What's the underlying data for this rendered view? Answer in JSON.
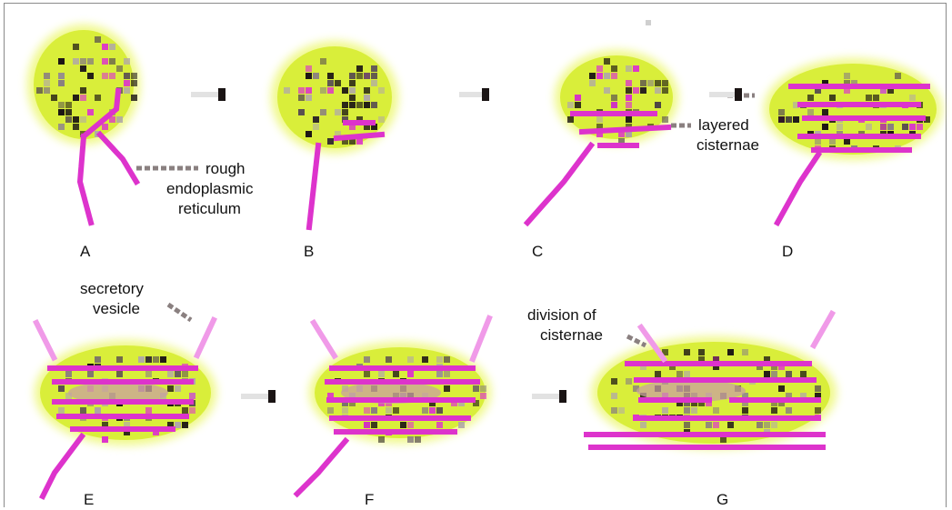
{
  "stages": [
    {
      "id": "A",
      "label": "A"
    },
    {
      "id": "B",
      "label": "B"
    },
    {
      "id": "C",
      "label": "C"
    },
    {
      "id": "D",
      "label": "D"
    },
    {
      "id": "E",
      "label": "E"
    },
    {
      "id": "F",
      "label": "F"
    },
    {
      "id": "G",
      "label": "G"
    }
  ],
  "annotations": {
    "rough_er": [
      "rough",
      "endoplasmic",
      "reticulum"
    ],
    "layered": [
      "layered",
      "cisternae"
    ],
    "secretory": [
      "secretory",
      "vesicle"
    ],
    "division": [
      "division of",
      "cisternae"
    ]
  },
  "colors": {
    "body_fill": "#d9ee3a",
    "body_glow": "#eef87e",
    "membrane": "#dd33cc",
    "membrane_light": "#f09ae8",
    "dark": "#1a1414",
    "grey": "#8a8080",
    "pinkish_core": "#c8a0a0"
  }
}
